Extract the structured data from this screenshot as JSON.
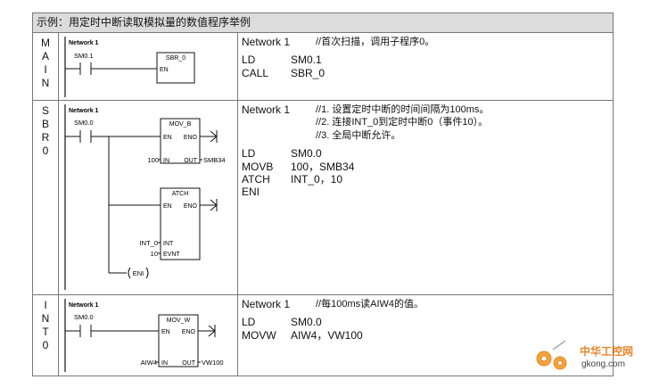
{
  "title": "示例：用定时中断读取模拟量的数值程序举例",
  "rows": [
    {
      "label": [
        "M",
        "A",
        "I",
        "N"
      ],
      "network": "Network 1",
      "contact": "SM0.1",
      "boxes": [
        {
          "name": "SBR_0",
          "en": "EN"
        }
      ],
      "code": {
        "header": "Network 1",
        "comment": "//首次扫描，调用子程序0。",
        "comment2": "",
        "comment3": "",
        "lines": [
          {
            "op": "LD",
            "arg": "SM0.1"
          },
          {
            "op": "CALL",
            "arg": "SBR_0"
          }
        ]
      }
    },
    {
      "label": [
        "S",
        "B",
        "R",
        "0"
      ],
      "network": "Network 1",
      "contact": "SM0.0",
      "boxes": [
        {
          "name": "MOV_B",
          "en": "EN",
          "eno": "ENO",
          "in_val": "100",
          "in": "IN",
          "out": "OUT",
          "out_val": "SMB34"
        },
        {
          "name": "ATCH",
          "en": "EN",
          "eno": "ENO",
          "in1_val": "INT_0",
          "in1": "INT",
          "in2_val": "10",
          "in2": "EVNT"
        }
      ],
      "coil": "ENI",
      "code": {
        "header": "Network 1",
        "comment": "//1. 设置定时中断的时间间隔为100ms。",
        "comment2": "//2. 连接INT_0到定时中断0（事件10）。",
        "comment3": "//3. 全局中断允许。",
        "lines": [
          {
            "op": "LD",
            "arg": "SM0.0"
          },
          {
            "op": "MOVB",
            "arg": "100，SMB34"
          },
          {
            "op": "ATCH",
            "arg": "INT_0，10"
          },
          {
            "op": "ENI",
            "arg": ""
          }
        ]
      }
    },
    {
      "label": [
        "I",
        "N",
        "T",
        "0"
      ],
      "network": "Network 1",
      "contact": "SM0.0",
      "boxes": [
        {
          "name": "MOV_W",
          "en": "EN",
          "eno": "ENO",
          "in_val": "AIW4",
          "in": "IN",
          "out": "OUT",
          "out_val": "VW100"
        }
      ],
      "code": {
        "header": "Network 1",
        "comment": "//每100ms读AIW4的值。",
        "comment2": "",
        "comment3": "",
        "lines": [
          {
            "op": "LD",
            "arg": "SM0.0"
          },
          {
            "op": "MOVW",
            "arg": "AIW4，VW100"
          }
        ]
      }
    }
  ],
  "watermark": {
    "brand": "中华工控网",
    "url": "gkong.com",
    "color": "#e8862a"
  }
}
